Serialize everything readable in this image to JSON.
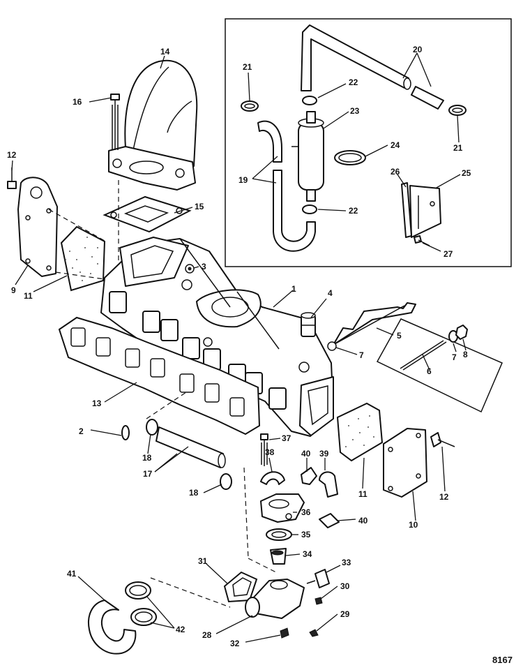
{
  "figure_number": "8167",
  "callouts": {
    "c1": "1",
    "c2": "2",
    "c3": "3",
    "c4": "4",
    "c5": "5",
    "c6": "6",
    "c7a": "7",
    "c7b": "7",
    "c8": "8",
    "c9": "9",
    "c10": "10",
    "c11a": "11",
    "c11b": "11",
    "c12a": "12",
    "c12b": "12",
    "c13": "13",
    "c14": "14",
    "c15": "15",
    "c16": "16",
    "c17": "17",
    "c18a": "18",
    "c18b": "18",
    "c19": "19",
    "c20": "20",
    "c21a": "21",
    "c21b": "21",
    "c22a": "22",
    "c22b": "22",
    "c23": "23",
    "c24": "24",
    "c25": "25",
    "c26": "26",
    "c27": "27",
    "c28": "28",
    "c29": "29",
    "c30": "30",
    "c31": "31",
    "c32": "32",
    "c33": "33",
    "c34": "34",
    "c35": "35",
    "c36": "36",
    "c37": "37",
    "c38": "38",
    "c39": "39",
    "c40a": "40",
    "c40b": "40",
    "c41": "41",
    "c42": "42"
  }
}
